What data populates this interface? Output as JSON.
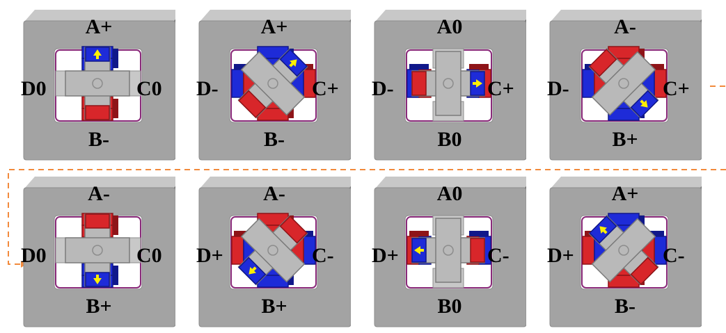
{
  "colors": {
    "stator": "#a3a3a3",
    "stator_light": "#c8c8c8",
    "stator_dark": "#6d6d6d",
    "window": "#ffffff",
    "window_edge": "#8a2a7a",
    "red": "#d8262a",
    "red_dark": "#8e1418",
    "blue": "#1e2bd8",
    "blue_dark": "#10188a",
    "rotor": "#b9b9b9",
    "rotor_edge": "#7a7a7a",
    "arrow": "#ffee00",
    "flow_line": "#f28a3c"
  },
  "panels": [
    {
      "top": "A+",
      "bottom": "B-",
      "left": "D0",
      "right": "C0",
      "rotor_angle": 0,
      "energized": "AB",
      "a_color": "blue",
      "c_color": "blue",
      "arrow": "up"
    },
    {
      "top": "A+",
      "bottom": "B-",
      "left": "D-",
      "right": "C+",
      "rotor_angle": 45,
      "energized": "all",
      "a_color": "blue",
      "c_color": "blue",
      "arrow": "up"
    },
    {
      "top": "A0",
      "bottom": "B0",
      "left": "D-",
      "right": "C+",
      "rotor_angle": 90,
      "energized": "CD",
      "a_color": "blue",
      "c_color": "blue",
      "arrow": "right"
    },
    {
      "top": "A-",
      "bottom": "B+",
      "left": "D-",
      "right": "C+",
      "rotor_angle": 135,
      "energized": "all",
      "a_color": "red",
      "c_color": "blue",
      "arrow": "down"
    },
    {
      "top": "A-",
      "bottom": "B+",
      "left": "D0",
      "right": "C0",
      "rotor_angle": 180,
      "energized": "AB",
      "a_color": "red",
      "c_color": "red",
      "arrow": "down"
    },
    {
      "top": "A-",
      "bottom": "B+",
      "left": "D+",
      "right": "C-",
      "rotor_angle": 225,
      "energized": "all",
      "a_color": "red",
      "c_color": "red",
      "arrow": "down"
    },
    {
      "top": "A0",
      "bottom": "B0",
      "left": "D+",
      "right": "C-",
      "rotor_angle": 270,
      "energized": "CD",
      "a_color": "red",
      "c_color": "red",
      "arrow": "left"
    },
    {
      "top": "A+",
      "bottom": "B-",
      "left": "D+",
      "right": "C-",
      "rotor_angle": 315,
      "energized": "all",
      "a_color": "blue",
      "c_color": "red",
      "arrow": "up"
    }
  ]
}
